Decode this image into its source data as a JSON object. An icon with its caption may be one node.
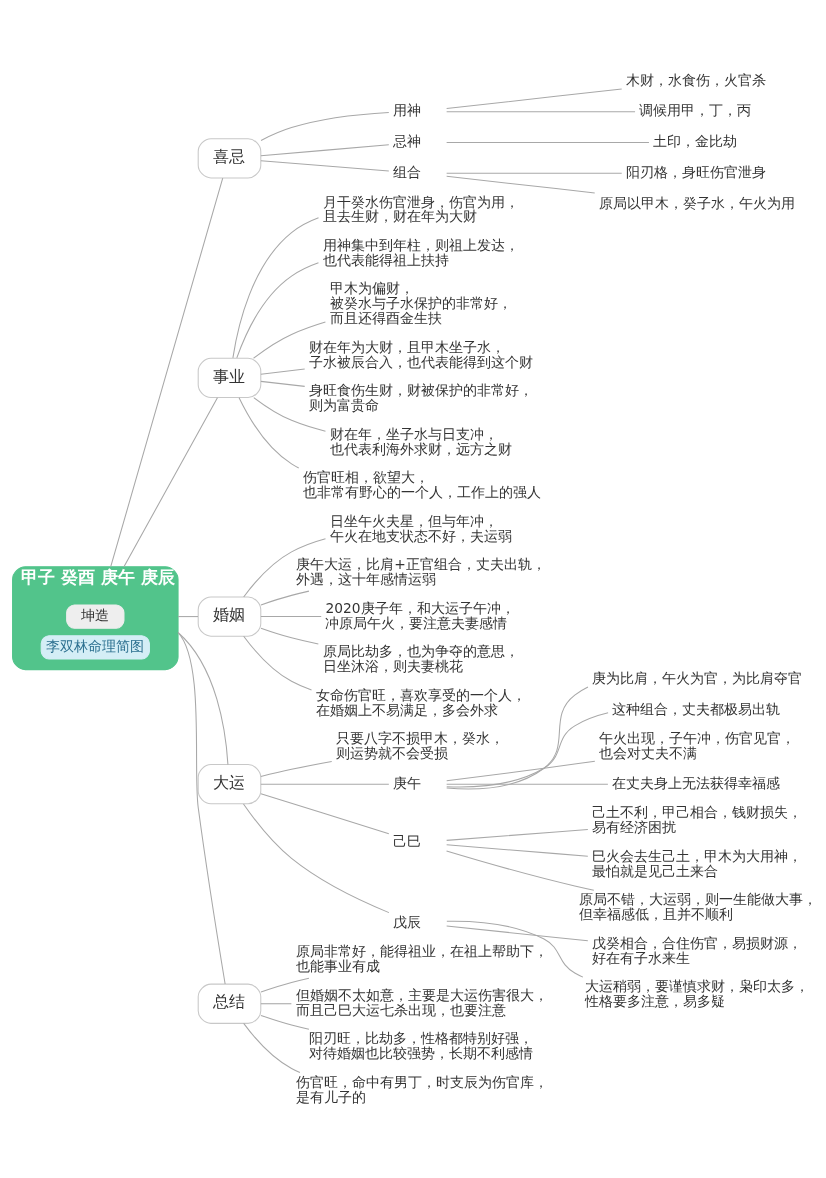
{
  "diagram": {
    "nodes": [
      {
        "text": [
          "甲子 癸酉 庚午 庚辰"
        ]
      },
      {
        "text": [
          "坤造"
        ],
        "in": 0
      },
      {
        "text": [
          "李双林命理简图"
        ],
        "in": 0
      },
      {
        "text": [
          "喜忌"
        ]
      },
      {
        "text": [
          "用神"
        ]
      },
      {
        "text": [
          "木财，水食伤，火官杀"
        ]
      },
      {
        "text": [
          "调候用甲，丁，丙"
        ]
      },
      {
        "text": [
          "忌神"
        ]
      },
      {
        "text": [
          "土印，金比劫"
        ]
      },
      {
        "text": [
          "组合"
        ]
      },
      {
        "text": [
          "阳刃格，身旺伤官泄身"
        ]
      },
      {
        "text": [
          "原局以甲木，癸子水，午火为用"
        ]
      },
      {
        "text": [
          "事业"
        ]
      },
      {
        "text": [
          "月干癸水伤官泄身，伤官为用，且去生财，财在年为大财"
        ]
      },
      {
        "text": [
          "用神集中到年柱，则祖上发达，也代表能得祖上扶持"
        ]
      },
      {
        "text": [
          "甲木为偏财，被癸水与子水保护的非常好，而且还得酉金生扶"
        ]
      },
      {
        "text": [
          "财在年为大财，且甲木坐子水，子水被辰合入，也代表能得到这个财"
        ]
      },
      {
        "text": [
          "身旺食伤生财，财被保护的非常好，则为富贵命"
        ]
      },
      {
        "text": [
          "财在年，坐子水与日支冲，也代表利海外求财，远方之财"
        ]
      },
      {
        "text": [
          "伤官旺相，欲望大，也非常有野心的一个人，工作上的强人"
        ]
      },
      {
        "text": [
          "婚姻"
        ]
      },
      {
        "text": [
          "日坐午火夫星，但与年冲，午火在地支状态不好，夫运弱"
        ]
      },
      {
        "text": [
          "庚午大运，比肩+正官组合，丈夫出轨，外遇，这十年感情运弱"
        ]
      },
      {
        "text": [
          "2020庚子年，和大运子午冲，冲原局午火，要注意夫妻感情"
        ]
      },
      {
        "text": [
          "原局比劫多，也为争夺的意思，日坐沐浴，则夫妻桃花"
        ]
      },
      {
        "text": [
          "女命伤官旺，喜欢享受的一个人，在婚姻上不易满足，多会外求"
        ]
      },
      {
        "text": [
          "大运"
        ]
      },
      {
        "text": [
          "只要八字不损甲木，癸水，则运势就不会受损"
        ]
      },
      {
        "text": [
          "庚午"
        ]
      },
      {
        "text": [
          "庚为比肩，午火为官，为比肩夺官"
        ]
      },
      {
        "text": [
          "这种组合，丈夫都极易出轨"
        ]
      },
      {
        "text": [
          "午火出现，子午冲，伤官见官，也会对丈夫不满"
        ]
      },
      {
        "text": [
          "在丈夫身上无法获得幸福感"
        ]
      },
      {
        "text": [
          "己巳"
        ]
      },
      {
        "text": [
          "己土不利，甲己相合，钱财损失，易有经济困扰"
        ]
      },
      {
        "text": [
          "巳火会去生己土，甲木为大用神，最怕就是见己土来合"
        ]
      },
      {
        "text": [
          "原局不错，大运弱，则一生能做大事，但幸福感低，且并不顺利"
        ]
      },
      {
        "text": [
          "戊辰"
        ]
      },
      {
        "text": [
          "戊癸相合，合住伤官，易损财源，好在有子水来生"
        ]
      },
      {
        "text": [
          "大运稍弱，要谨慎求财，枭印太多，性格要多注意，易多疑"
        ]
      },
      {
        "text": [
          "总结"
        ]
      },
      {
        "text": [
          "原局非常好，能得祖业，在祖上帮助下，也能事业有成"
        ]
      },
      {
        "text": [
          "但婚姻不太如意，主要是大运伤害很大，而且己巳大运七杀出现，也要注意"
        ]
      },
      {
        "text": [
          "阳刃旺，比劫多，性格都特别好强，对待婚姻也比较强势，长期不利感情"
        ]
      },
      {
        "text": [
          "伤官旺，命中有男丁，时支辰为伤官库，是有儿子的"
        ]
      }
    ],
    "edges": [
      {
        "from": 0,
        "to": 3,
        "arrow": "none"
      },
      {
        "from": 3,
        "to": 4,
        "arrow": "none"
      },
      {
        "from": 4,
        "to": 5,
        "arrow": "none"
      },
      {
        "from": 4,
        "to": 6,
        "arrow": "none"
      },
      {
        "from": 3,
        "to": 7,
        "arrow": "none"
      },
      {
        "from": 7,
        "to": 8,
        "arrow": "none"
      },
      {
        "from": 3,
        "to": 9,
        "arrow": "none"
      },
      {
        "from": 9,
        "to": 10,
        "arrow": "none"
      },
      {
        "from": 9,
        "to": 11,
        "arrow": "none"
      },
      {
        "from": 0,
        "to": 12,
        "arrow": "none"
      },
      {
        "from": 12,
        "to": 13,
        "arrow": "none"
      },
      {
        "from": 12,
        "to": 14,
        "arrow": "none"
      },
      {
        "from": 12,
        "to": 15,
        "arrow": "none"
      },
      {
        "from": 12,
        "to": 16,
        "arrow": "none"
      },
      {
        "from": 12,
        "to": 17,
        "arrow": "none"
      },
      {
        "from": 12,
        "to": 18,
        "arrow": "none"
      },
      {
        "from": 12,
        "to": 19,
        "arrow": "none"
      },
      {
        "from": 0,
        "to": 20,
        "arrow": "none"
      },
      {
        "from": 20,
        "to": 21,
        "arrow": "none"
      },
      {
        "from": 20,
        "to": 22,
        "arrow": "none"
      },
      {
        "from": 20,
        "to": 23,
        "arrow": "none"
      },
      {
        "from": 20,
        "to": 24,
        "arrow": "none"
      },
      {
        "from": 20,
        "to": 25,
        "arrow": "none"
      },
      {
        "from": 0,
        "to": 26,
        "arrow": "none"
      },
      {
        "from": 26,
        "to": 27,
        "arrow": "none"
      },
      {
        "from": 26,
        "to": 28,
        "arrow": "none"
      },
      {
        "from": 28,
        "to": 29,
        "arrow": "none"
      },
      {
        "from": 28,
        "to": 30,
        "arrow": "none"
      },
      {
        "from": 28,
        "to": 31,
        "arrow": "none"
      },
      {
        "from": 28,
        "to": 32,
        "arrow": "none"
      },
      {
        "from": 26,
        "to": 33,
        "arrow": "none"
      },
      {
        "from": 33,
        "to": 34,
        "arrow": "none"
      },
      {
        "from": 33,
        "to": 35,
        "arrow": "none"
      },
      {
        "from": 33,
        "to": 36,
        "arrow": "none"
      },
      {
        "from": 26,
        "to": 37,
        "arrow": "none"
      },
      {
        "from": 37,
        "to": 38,
        "arrow": "none"
      },
      {
        "from": 37,
        "to": 39,
        "arrow": "none"
      },
      {
        "from": 0,
        "to": 40,
        "arrow": "none"
      },
      {
        "from": 40,
        "to": 41,
        "arrow": "none"
      },
      {
        "from": 40,
        "to": 42,
        "arrow": "none"
      },
      {
        "from": 40,
        "to": 43,
        "arrow": "none"
      },
      {
        "from": 40,
        "to": 44,
        "arrow": "none"
      }
    ]
  }
}
